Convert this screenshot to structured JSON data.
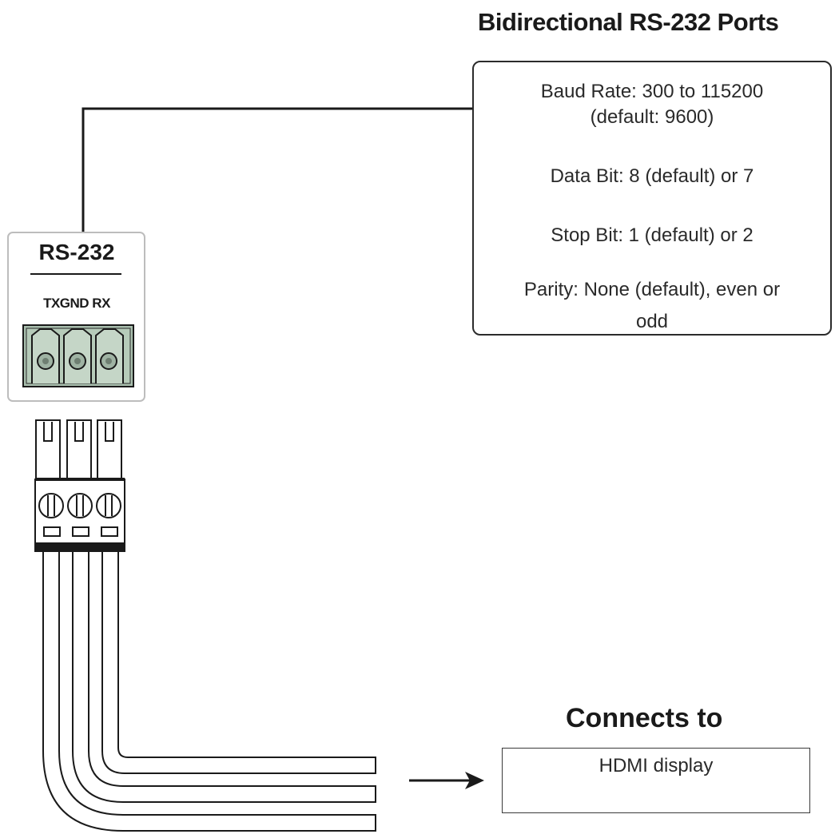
{
  "diagram": {
    "title": "Bidirectional RS-232 Ports",
    "spec_lines": [
      "Baud Rate: 300 to 115200",
      "(default: 9600)",
      "Data Bit: 8 (default) or 7",
      "Stop Bit: 1 (default) or 2",
      "Parity: None (default), even or",
      "odd"
    ],
    "port": {
      "label": "RS-232",
      "pins": "TXGND RX"
    },
    "connects_title": "Connects to",
    "connects_target": "HDMI display"
  }
}
